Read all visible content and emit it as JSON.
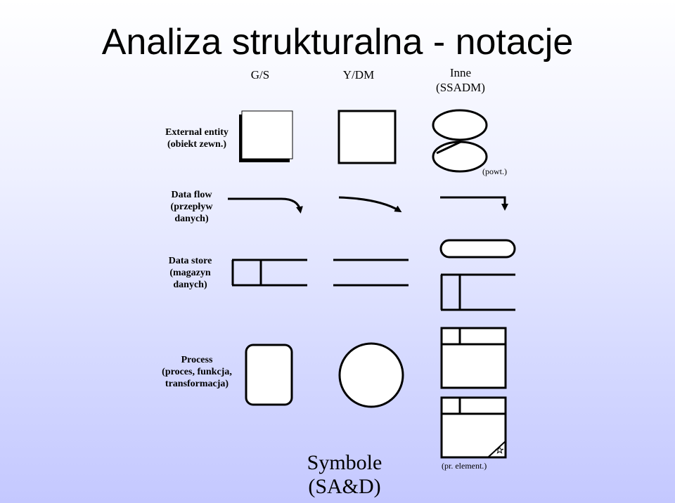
{
  "title": "Analiza strukturalna - notacje",
  "columns": {
    "gs": "G/S",
    "ydm": "Y/DM",
    "inne_line1": "Inne",
    "inne_line2": "(SSADM)"
  },
  "rows": {
    "external_entity": {
      "line1": "External entity",
      "line2": "(obiekt zewn.)"
    },
    "data_flow": {
      "line1": "Data flow",
      "line2": "(przepływ",
      "line3": "danych)"
    },
    "data_store": {
      "line1": "Data store",
      "line2": "(magazyn",
      "line3": "danych)"
    },
    "process": {
      "line1": "Process",
      "line2": "(proces, funkcja,",
      "line3": "transformacja)"
    }
  },
  "notes": {
    "duplicate": "(powt.)",
    "elementary": "(pr. element.)"
  },
  "footer": {
    "line1": "Symbole",
    "line2": "(SA&D)"
  },
  "colors": {
    "stroke": "#000000",
    "fill": "#ffffff"
  }
}
